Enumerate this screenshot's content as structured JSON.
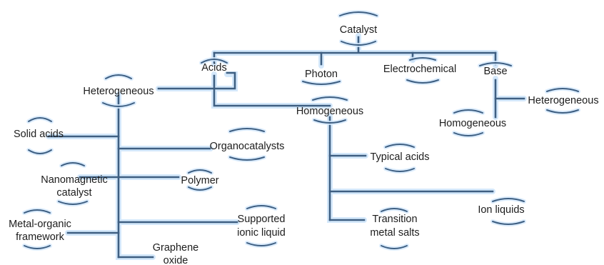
{
  "nodes": {
    "catalyst": "Catalyst",
    "acids": "Acids",
    "photon": "Photon",
    "electrochemical": "Electrochemical",
    "base": "Base",
    "acids_heterogeneous": "Heterogeneous",
    "acids_homogeneous": "Homogeneous",
    "base_heterogeneous": "Heterogeneous",
    "base_homogeneous": "Homogeneous",
    "solid_acids": "Solid acids",
    "organocatalysts": "Organocatalysts",
    "nanomagnetic_1": "Nanomagnetic",
    "nanomagnetic_2": "catalyst",
    "polymer": "Polymer",
    "mof_1": "Metal-organic",
    "mof_2": "framework",
    "sil_1": "Supported",
    "sil_2": "ionic liquid",
    "graphene_1": "Graphene",
    "graphene_2": "oxide",
    "typical_acids": "Typical acids",
    "transition_1": "Transition",
    "transition_2": "metal salts",
    "ion_liquids": "Ion liquids"
  }
}
